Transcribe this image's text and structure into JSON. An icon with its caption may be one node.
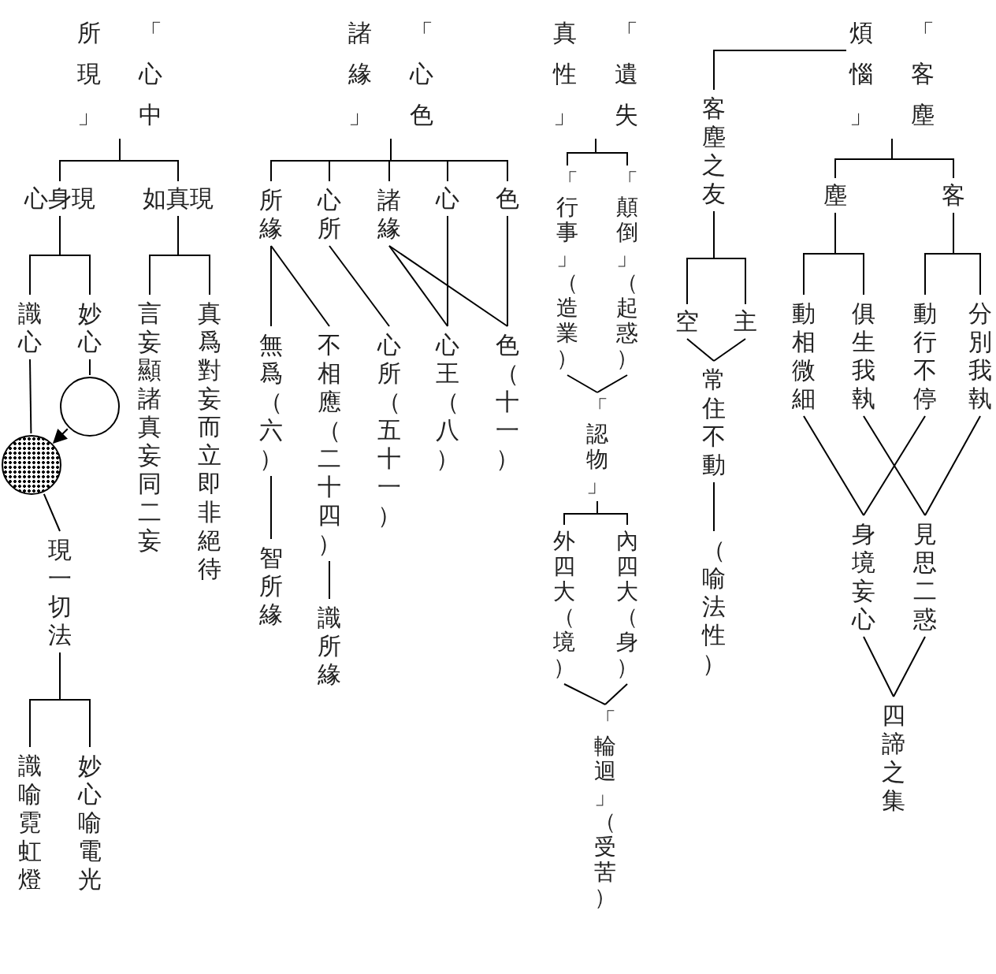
{
  "diagram": {
    "nodes": [
      {
        "text": [
          "「客塵煩惱」"
        ]
      },
      {
        "text": [
          "客塵之友"
        ]
      },
      {
        "text": [
          "塵"
        ]
      },
      {
        "text": [
          "客"
        ]
      },
      {
        "text": [
          "空"
        ]
      },
      {
        "text": [
          "主"
        ]
      },
      {
        "text": [
          "動相微細"
        ]
      },
      {
        "text": [
          "俱生我執"
        ]
      },
      {
        "text": [
          "動行不停"
        ]
      },
      {
        "text": [
          "分別我執"
        ]
      },
      {
        "text": [
          "常住不動"
        ]
      },
      {
        "text": [
          "（喻法性）"
        ]
      },
      {
        "text": [
          "身境妄心"
        ]
      },
      {
        "text": [
          "見思二惑"
        ]
      },
      {
        "text": [
          "四諦之集"
        ]
      },
      {
        "text": [
          "「遺失真性」"
        ]
      },
      {
        "text": [
          "「顛倒」（起惑）"
        ]
      },
      {
        "text": [
          "「行事」（造業）"
        ]
      },
      {
        "text": [
          "「認物」"
        ]
      },
      {
        "text": [
          "內四大（身）"
        ]
      },
      {
        "text": [
          "外四大（境）"
        ]
      },
      {
        "text": [
          "「輪迴」（受苦）"
        ]
      },
      {
        "text": [
          "「心色諸緣」"
        ]
      },
      {
        "text": [
          "色"
        ]
      },
      {
        "text": [
          "心"
        ]
      },
      {
        "text": [
          "諸緣"
        ]
      },
      {
        "text": [
          "心所"
        ]
      },
      {
        "text": [
          "所緣"
        ]
      },
      {
        "text": [
          "色（十一）"
        ]
      },
      {
        "text": [
          "心王（八）"
        ]
      },
      {
        "text": [
          "心所（五十一）"
        ]
      },
      {
        "text": [
          "不相應（二十四）"
        ]
      },
      {
        "text": [
          "無爲（六）"
        ]
      },
      {
        "text": [
          "識所緣"
        ]
      },
      {
        "text": [
          "智所緣"
        ]
      },
      {
        "text": [
          "「心中所現」"
        ]
      },
      {
        "text": [
          "如真現"
        ]
      },
      {
        "text": [
          "心身現"
        ]
      },
      {
        "text": [
          "真爲對妄而立即非絕待"
        ]
      },
      {
        "text": [
          "言妄顯諸真妄同二妄"
        ]
      },
      {
        "text": [
          "妙心"
        ]
      },
      {
        "text": [
          "識心"
        ]
      },
      {
        "text": [],
        "shape": "circle"
      },
      {
        "text": [],
        "shape": "circle"
      },
      {
        "text": [
          "現一切法"
        ]
      },
      {
        "text": [
          "妙心喻電光"
        ]
      },
      {
        "text": [
          "識喻霓虹燈"
        ]
      }
    ],
    "edges": [
      {
        "from": 0,
        "to": 1,
        "arrow": "none"
      },
      {
        "from": 0,
        "to": 2,
        "arrow": "none"
      },
      {
        "from": 0,
        "to": 3,
        "arrow": "none"
      },
      {
        "from": 1,
        "to": 4,
        "arrow": "none"
      },
      {
        "from": 1,
        "to": 5,
        "arrow": "none"
      },
      {
        "from": 2,
        "to": 6,
        "arrow": "none"
      },
      {
        "from": 2,
        "to": 7,
        "arrow": "none"
      },
      {
        "from": 3,
        "to": 8,
        "arrow": "none"
      },
      {
        "from": 3,
        "to": 9,
        "arrow": "none"
      },
      {
        "from": 4,
        "to": 10,
        "arrow": "none"
      },
      {
        "from": 5,
        "to": 10,
        "arrow": "none"
      },
      {
        "from": 10,
        "to": 11,
        "arrow": "none"
      },
      {
        "from": 6,
        "to": 12,
        "arrow": "none"
      },
      {
        "from": 8,
        "to": 12,
        "arrow": "none"
      },
      {
        "from": 7,
        "to": 13,
        "arrow": "none"
      },
      {
        "from": 9,
        "to": 13,
        "arrow": "none"
      },
      {
        "from": 12,
        "to": 14,
        "arrow": "none"
      },
      {
        "from": 13,
        "to": 14,
        "arrow": "none"
      },
      {
        "from": 15,
        "to": 16,
        "arrow": "none"
      },
      {
        "from": 15,
        "to": 17,
        "arrow": "none"
      },
      {
        "from": 16,
        "to": 18,
        "arrow": "none"
      },
      {
        "from": 17,
        "to": 18,
        "arrow": "none"
      },
      {
        "from": 18,
        "to": 19,
        "arrow": "none"
      },
      {
        "from": 18,
        "to": 20,
        "arrow": "none"
      },
      {
        "from": 19,
        "to": 21,
        "arrow": "none"
      },
      {
        "from": 20,
        "to": 21,
        "arrow": "none"
      },
      {
        "from": 22,
        "to": 23,
        "arrow": "none"
      },
      {
        "from": 22,
        "to": 24,
        "arrow": "none"
      },
      {
        "from": 22,
        "to": 25,
        "arrow": "none"
      },
      {
        "from": 22,
        "to": 26,
        "arrow": "none"
      },
      {
        "from": 22,
        "to": 27,
        "arrow": "none"
      },
      {
        "from": 23,
        "to": 28,
        "arrow": "none"
      },
      {
        "from": 24,
        "to": 29,
        "arrow": "none"
      },
      {
        "from": 25,
        "to": 29,
        "arrow": "none"
      },
      {
        "from": 25,
        "to": 28,
        "arrow": "none"
      },
      {
        "from": 26,
        "to": 30,
        "arrow": "none"
      },
      {
        "from": 27,
        "to": 31,
        "arrow": "none"
      },
      {
        "from": 27,
        "to": 32,
        "arrow": "none"
      },
      {
        "from": 31,
        "to": 33,
        "arrow": "none"
      },
      {
        "from": 32,
        "to": 34,
        "arrow": "none"
      },
      {
        "from": 35,
        "to": 36,
        "arrow": "none"
      },
      {
        "from": 35,
        "to": 37,
        "arrow": "none"
      },
      {
        "from": 36,
        "to": 38,
        "arrow": "none"
      },
      {
        "from": 36,
        "to": 39,
        "arrow": "none"
      },
      {
        "from": 37,
        "to": 40,
        "arrow": "none"
      },
      {
        "from": 37,
        "to": 41,
        "arrow": "none"
      },
      {
        "from": 40,
        "to": 42,
        "arrow": "none"
      },
      {
        "from": 42,
        "to": 43,
        "arrow": "to"
      },
      {
        "from": 41,
        "to": 43,
        "arrow": "none"
      },
      {
        "from": 43,
        "to": 44,
        "arrow": "none"
      },
      {
        "from": 44,
        "to": 45,
        "arrow": "none"
      },
      {
        "from": 44,
        "to": 46,
        "arrow": "none"
      }
    ]
  }
}
